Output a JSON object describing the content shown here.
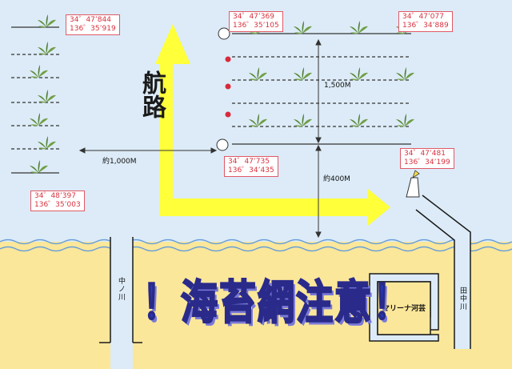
{
  "map": {
    "coordinates": [
      {
        "id": "nw-top",
        "lat": "34゜47’844",
        "lon": "136゜35’919"
      },
      {
        "id": "net-top-left",
        "lat": "34゜47’369",
        "lon": "136゜35’105"
      },
      {
        "id": "net-top-right",
        "lat": "34゜47’077",
        "lon": "136゜34’889"
      },
      {
        "id": "net-bottom-left",
        "lat": "34゜47’735",
        "lon": "136゜34’435"
      },
      {
        "id": "net-bottom-right",
        "lat": "34゜47’481",
        "lon": "136゜34’199"
      },
      {
        "id": "west-bottom",
        "lat": "34゜48’397",
        "lon": "136゜35’003"
      }
    ],
    "route_label": "航路",
    "distances": {
      "east_west": "約1,000M",
      "net_depth": "1,500M",
      "to_shore": "約400M"
    },
    "rivers": {
      "left": "中ノ川",
      "right": "田中川"
    },
    "marina_label": "マリーナ河芸",
    "warning": "！海苔網注意！",
    "colors": {
      "sea": "#dcebf7",
      "land": "#fbe79a",
      "route_arrow": "#ffff3a",
      "warning_text": "#1f3fd0",
      "coord_text": "#d8323f",
      "buoy_red": "#d82a3a"
    }
  }
}
